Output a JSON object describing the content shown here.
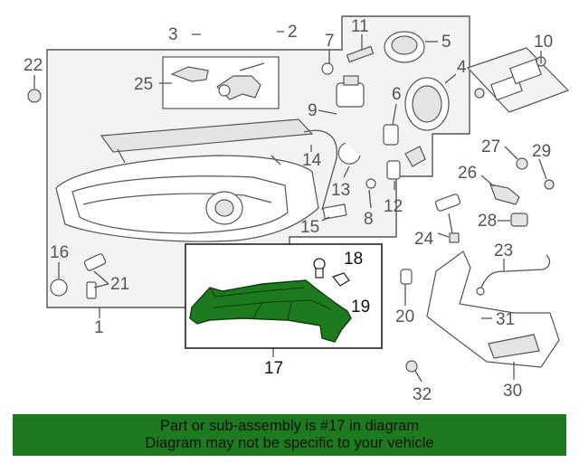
{
  "callouts": {
    "c1": "1",
    "c2": "2",
    "c3": "3",
    "c4": "4",
    "c5": "5",
    "c6": "6",
    "c7": "7",
    "c8": "8",
    "c9": "9",
    "c10": "10",
    "c11": "11",
    "c12": "12",
    "c13": "13",
    "c14": "14",
    "c15": "15",
    "c16": "16",
    "c17": "17",
    "c18": "18",
    "c19": "19",
    "c20": "20",
    "c21": "21",
    "c22": "22",
    "c23": "23",
    "c24": "24",
    "c25": "25",
    "c26": "26",
    "c27": "27",
    "c28": "28",
    "c29": "29",
    "c30": "30",
    "c31": "31",
    "c32": "32"
  },
  "highlight": {
    "part_number": "17",
    "color": "#1e7a1e"
  },
  "banner": {
    "line1": "Part or sub-assembly is #17 in diagram",
    "line2": "Diagram may not be specific to your vehicle",
    "color": "#1e7a1e"
  }
}
